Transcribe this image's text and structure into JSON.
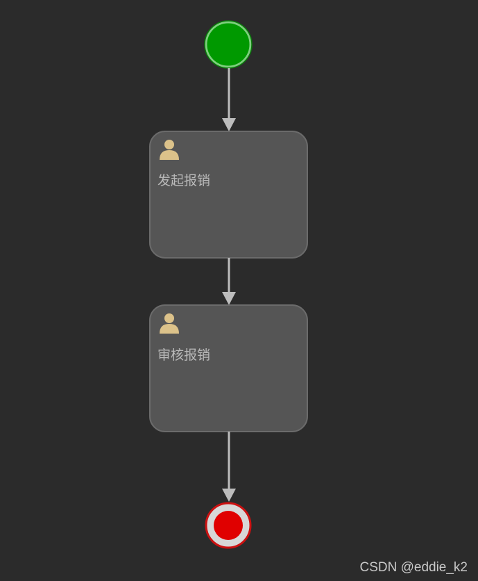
{
  "diagram": {
    "start_event": {
      "icon": "start-event-circle",
      "color": "#009900"
    },
    "tasks": [
      {
        "label": "发起报销",
        "icon": "user-icon"
      },
      {
        "label": "审核报销",
        "icon": "user-icon"
      }
    ],
    "end_event": {
      "icon": "end-event-circle",
      "color": "#e00000"
    },
    "colors": {
      "background": "#2b2b2b",
      "task_fill": "#555555",
      "task_border": "#6b6b6b",
      "flow": "#bdbdbd",
      "user_icon": "#dcc28a"
    }
  },
  "watermark": "CSDN @eddie_k2"
}
